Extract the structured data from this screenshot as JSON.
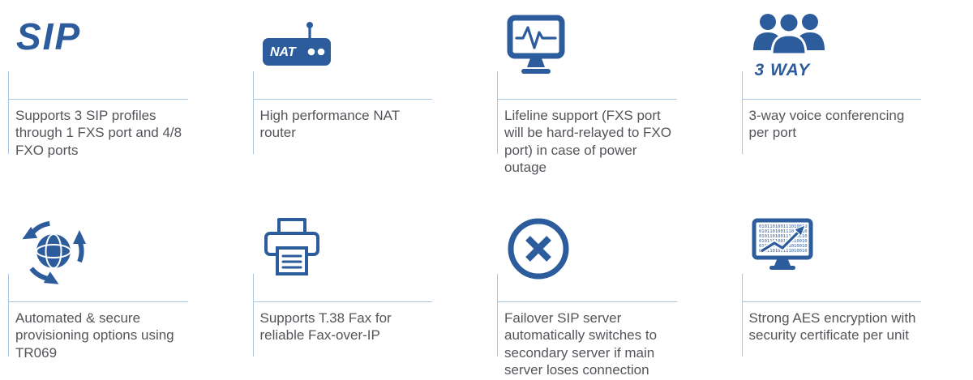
{
  "labels": {
    "sip_logo": "SIP",
    "nat_badge": "NAT",
    "three_way": "3 WAY",
    "binary_row": "010110100111010010"
  },
  "colors": {
    "icon_blue": "#2d5c9d",
    "line_blue": "#aac7e2",
    "text_gray": "#54555a",
    "background": "#ffffff"
  },
  "features": [
    {
      "id": "sip",
      "text": "Supports 3 SIP profiles through 1 FXS port and 4/8 FXO ports"
    },
    {
      "id": "nat",
      "text": "High performance NAT router"
    },
    {
      "id": "lifeline",
      "text": "Lifeline support (FXS port will be hard-relayed to FXO port) in case of power outage"
    },
    {
      "id": "three-way",
      "text": "3-way voice conferencing per port"
    },
    {
      "id": "provisioning",
      "text": "Automated & secure provisioning options using TR069"
    },
    {
      "id": "fax",
      "text": "Supports T.38 Fax for reliable Fax-over-IP"
    },
    {
      "id": "failover",
      "text": "Failover SIP server automatically switches to secondary server if main server loses connection"
    },
    {
      "id": "aes",
      "text": "Strong AES encryption with security certificate per unit"
    }
  ]
}
